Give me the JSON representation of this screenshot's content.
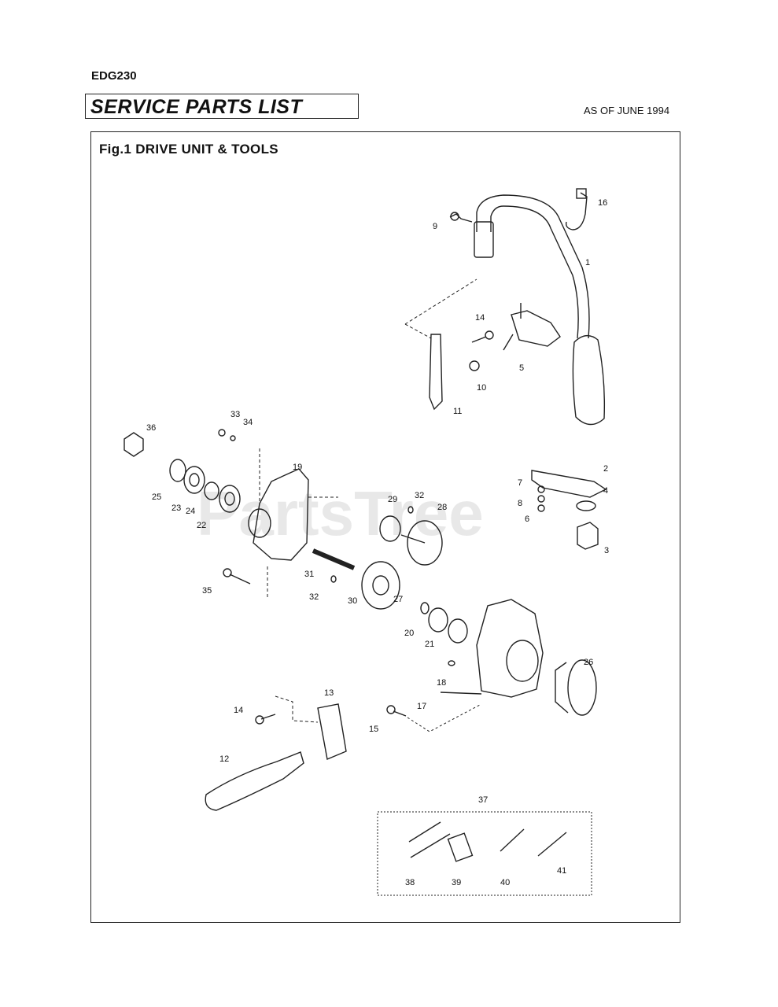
{
  "header": {
    "model": "EDG230",
    "title": "SERVICE PARTS LIST",
    "as_of": "AS OF JUNE 1994"
  },
  "figure": {
    "title": "Fig.1 DRIVE UNIT & TOOLS",
    "watermark": "PartsTree",
    "callouts": [
      "1",
      "2",
      "3",
      "4",
      "5",
      "6",
      "7",
      "8",
      "9",
      "10",
      "11",
      "12",
      "13",
      "14",
      "14",
      "15",
      "16",
      "17",
      "18",
      "19",
      "20",
      "21",
      "22",
      "23",
      "24",
      "25",
      "26",
      "27",
      "28",
      "29",
      "30",
      "31",
      "32",
      "32",
      "33",
      "34",
      "35",
      "36",
      "37",
      "38",
      "39",
      "40",
      "41"
    ]
  }
}
